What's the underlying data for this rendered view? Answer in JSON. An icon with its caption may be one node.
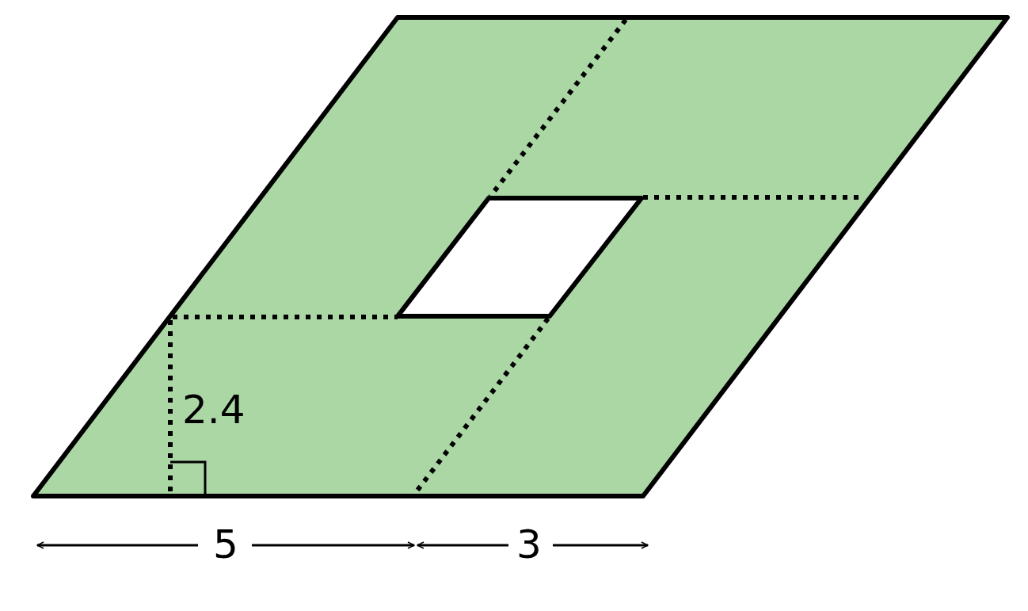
{
  "diagram": {
    "labels": [
      "2.4",
      "5",
      "3"
    ]
  }
}
